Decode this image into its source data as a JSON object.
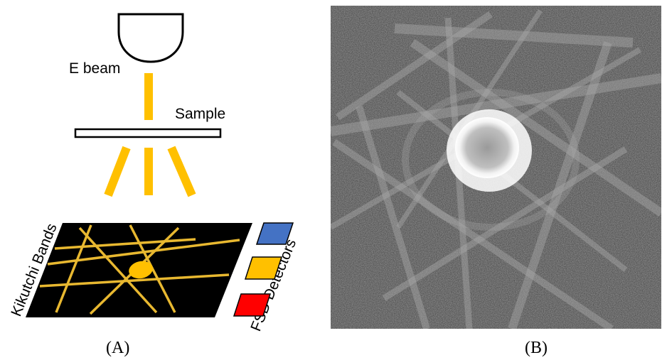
{
  "panel_a": {
    "ebeam_label": "E beam",
    "sample_label": "Sample",
    "kikuchi_label": "Kikutchi Bands",
    "detectors_label": "FSD Detectors",
    "caption": "(A)",
    "colors": {
      "beam": "#ffc000",
      "bands": "#e8b830",
      "screen": "#000000",
      "detector_top": "#4472c4",
      "detector_middle": "#ffc000",
      "detector_bottom": "#ff0000"
    }
  },
  "panel_b": {
    "caption": "(B)",
    "image_description_icon": "ebsd-kikuchi-pattern"
  }
}
